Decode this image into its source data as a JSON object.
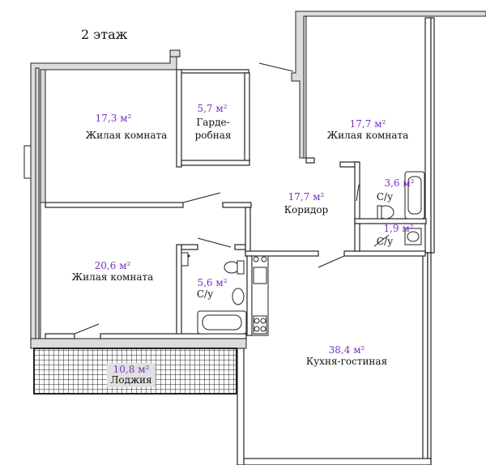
{
  "floor_label": "2 этаж",
  "rooms": [
    {
      "area": "17,3 м²",
      "name": "Жилая комната"
    },
    {
      "area": "5,7 м²",
      "name": "Гарде-",
      "name2": "робная"
    },
    {
      "area": "17,7 м²",
      "name": "Жилая комната"
    },
    {
      "area": "17,7 м²",
      "name": "Коридор"
    },
    {
      "area": "3,6 м²",
      "name": "С/у"
    },
    {
      "area": "1,9 м²",
      "name": "С/у"
    },
    {
      "area": "20,6 м²",
      "name": "Жилая комната"
    },
    {
      "area": "5,6 м²",
      "name": "С/у"
    },
    {
      "area": "10,8 м²",
      "name": "Лоджия"
    },
    {
      "area": "38,4 м²",
      "name": "Кухня-гостиная"
    }
  ],
  "colors": {
    "area_text": "#7b2fc0",
    "walls": "#222222",
    "loggia_grid": "#222222"
  }
}
